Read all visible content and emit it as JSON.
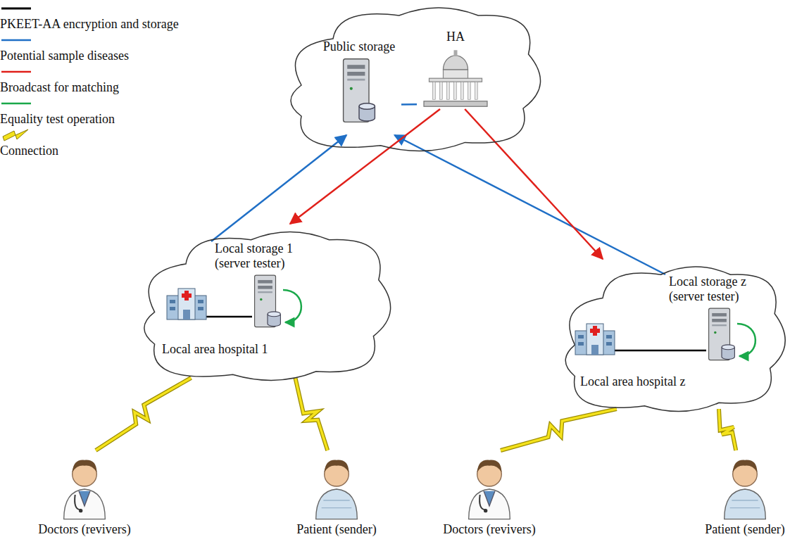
{
  "diagram": {
    "nodes": [
      {
        "text": [
          "Public storage"
        ]
      },
      {
        "text": [
          "HA"
        ]
      },
      {
        "text": [
          "Local area hospital 1"
        ]
      },
      {
        "text": [
          "Local storage 1 (server tester)"
        ],
        "in": 2
      },
      {
        "text": [
          "Local area hospital z"
        ]
      },
      {
        "text": [
          "Local storage z (server tester)"
        ],
        "in": 4
      },
      {
        "text": [
          "Doctors (revivers)"
        ]
      },
      {
        "text": [
          "Patient (sender)"
        ]
      },
      {
        "text": [
          "Doctors (revivers)"
        ]
      },
      {
        "text": [
          "Patient (sender)"
        ]
      }
    ],
    "edges": [
      {
        "from": 1,
        "to": 0,
        "arrow": "none"
      },
      {
        "from": 3,
        "to": 0,
        "arrow": "to"
      },
      {
        "from": 5,
        "to": 0,
        "arrow": "to"
      },
      {
        "from": 1,
        "to": 2,
        "arrow": "to"
      },
      {
        "from": 1,
        "to": 4,
        "arrow": "to"
      },
      {
        "from": 2,
        "to": 6,
        "arrow": "none"
      },
      {
        "from": 2,
        "to": 7,
        "arrow": "none"
      },
      {
        "from": 4,
        "to": 8,
        "arrow": "none"
      },
      {
        "from": 4,
        "to": 9,
        "arrow": "none"
      }
    ],
    "legend": [
      {
        "text": "PKEET-AA encryption and storage"
      },
      {
        "text": "Potential sample diseases"
      },
      {
        "text": "Broadcast for matching"
      },
      {
        "text": "Equality test operation"
      },
      {
        "text": "Connection"
      }
    ]
  }
}
